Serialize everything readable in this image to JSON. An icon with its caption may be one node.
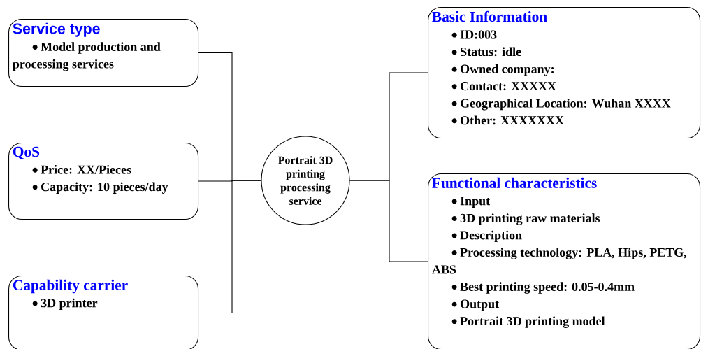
{
  "diagram": {
    "nodes": [
      {
        "text": [
          "Service type",
          "Model production and processing services"
        ]
      },
      {
        "text": [
          "QoS",
          "Price: XX/Pieces",
          "Capacity: 10 pieces/day"
        ]
      },
      {
        "text": [
          "Capability carrier",
          "3D printer"
        ]
      },
      {
        "text": [
          "Portrait 3D printing processing service"
        ]
      },
      {
        "text": [
          "Basic Information",
          "ID:003",
          "Status: idle",
          "Owned company:",
          "Contact: XXXXX",
          "Geographical Location: Wuhan XXXX",
          "Other: XXXXXXX"
        ]
      },
      {
        "text": [
          "Functional characteristics",
          "Input",
          "3D printing raw materials",
          "Description",
          "Processing technology: PLA, Hips, PETG, ABS",
          "Best printing speed: 0.05-0.4mm",
          "Output",
          "Portrait 3D printing model"
        ]
      }
    ],
    "edges": [
      {
        "from": 0,
        "to": 3,
        "arrow": "none"
      },
      {
        "from": 1,
        "to": 3,
        "arrow": "none"
      },
      {
        "from": 2,
        "to": 3,
        "arrow": "none"
      },
      {
        "from": 3,
        "to": 4,
        "arrow": "none"
      },
      {
        "from": 3,
        "to": 5,
        "arrow": "none"
      }
    ]
  }
}
